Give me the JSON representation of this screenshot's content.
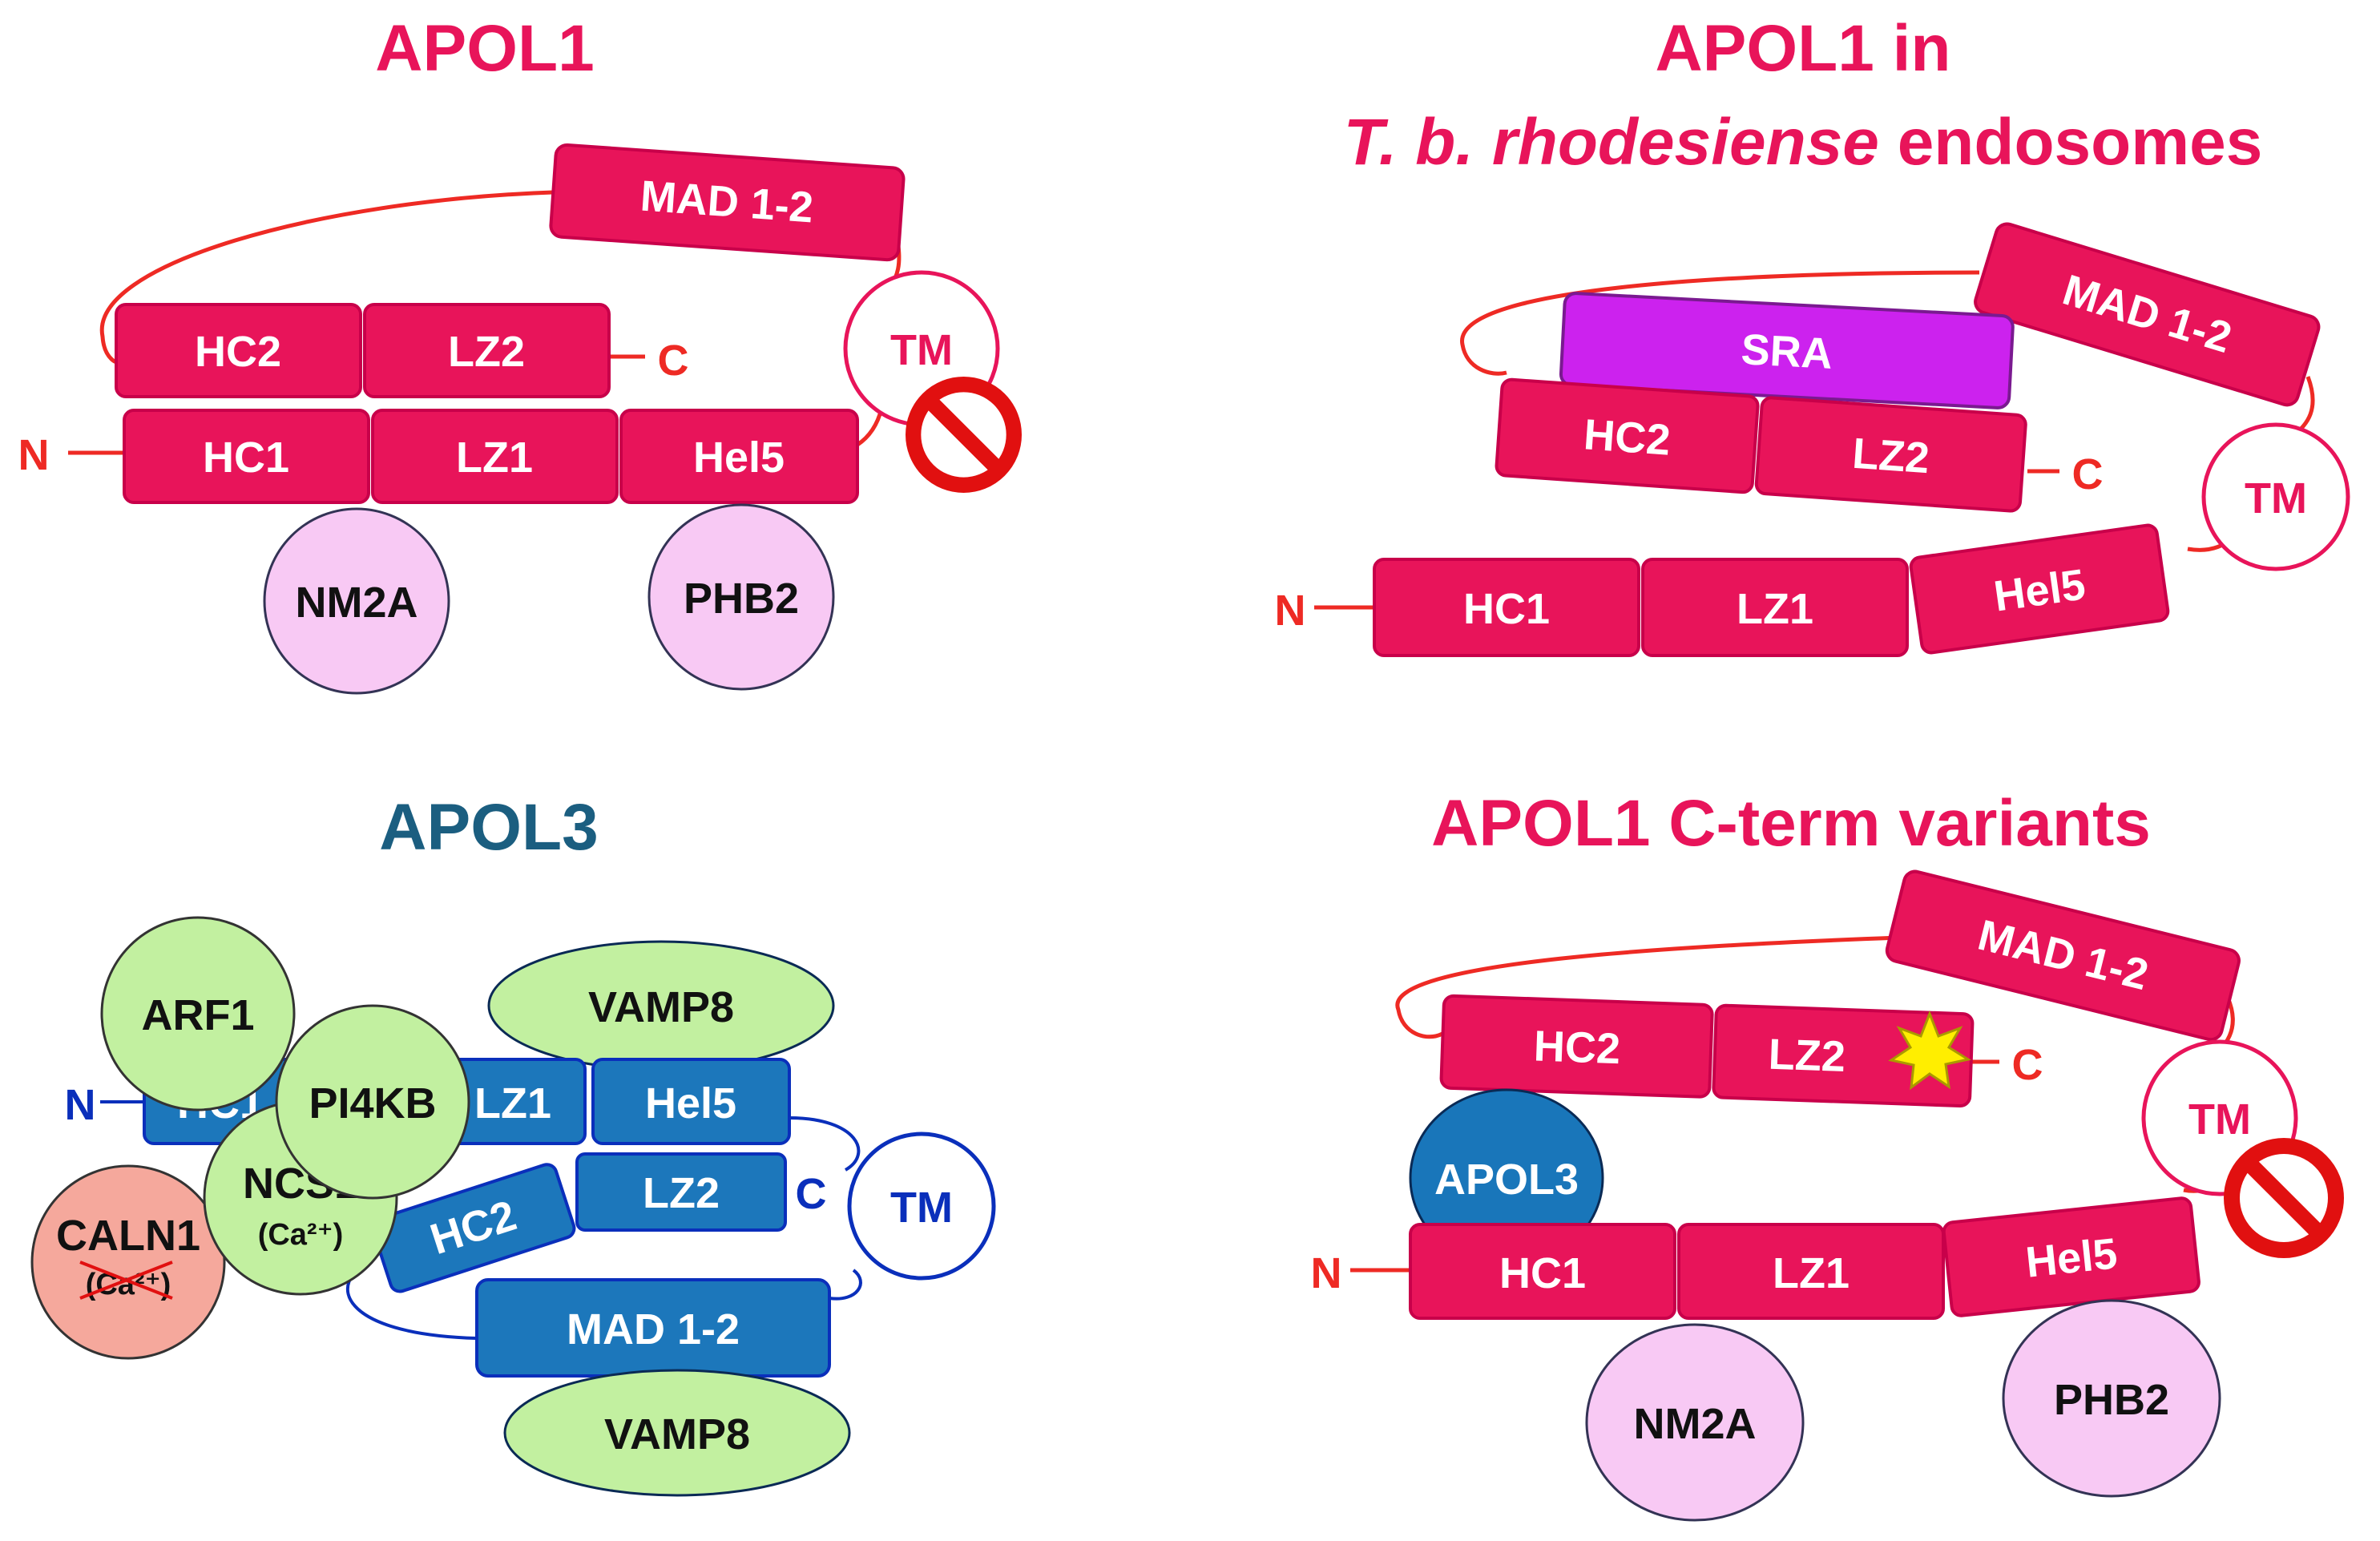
{
  "colors": {
    "apol1": "#e8145a",
    "apol1_dark": "#c8004a",
    "apol1_line": "#ee2a24",
    "apol3": "#1c77bb",
    "apol3_dark": "#0a2fbb",
    "apol3_title": "#1b5e80",
    "sra": "#cc22ee",
    "partner_pink": "#f8c9f4",
    "partner_green": "#c2f0a0",
    "partner_salmon": "#f5a89c",
    "apol3_circle": "#1976ba",
    "star": "#ffee00",
    "no_sign": "#e11010"
  },
  "panels": {
    "apol1": {
      "title": "APOL1",
      "domains": {
        "mad": "MAD 1-2",
        "hc2": "HC2",
        "lz2": "LZ2",
        "hc1": "HC1",
        "lz1": "LZ1",
        "hel5": "Hel5",
        "tm": "TM"
      },
      "termini": {
        "n": "N",
        "c": "C"
      },
      "partners": {
        "nm2a": "NM2A",
        "phb2": "PHB2"
      },
      "icons": [
        "prohibited-icon"
      ]
    },
    "endosome": {
      "title_line1": "APOL1 in",
      "title_line2_italic": "T. b. rhodesiense",
      "title_line2_rest": " endosomes",
      "domains": {
        "mad": "MAD 1-2",
        "sra": "SRA",
        "hc2": "HC2",
        "lz2": "LZ2",
        "hc1": "HC1",
        "lz1": "LZ1",
        "hel5": "Hel5",
        "tm": "TM"
      },
      "termini": {
        "n": "N",
        "c": "C"
      }
    },
    "apol3": {
      "title": "APOL3",
      "domains": {
        "hc1": "HC1",
        "lz1": "LZ1",
        "hel5": "Hel5",
        "hc2": "HC2",
        "lz2": "LZ2",
        "tm": "TM",
        "mad": "MAD 1-2"
      },
      "termini": {
        "n": "N",
        "c": "C"
      },
      "partners": {
        "arf1": "ARF1",
        "pi4kb": "PI4KB",
        "ncs1": "NCS1",
        "ncs1_sub": "(Ca²⁺)",
        "caln1": "CALN1",
        "caln1_sub": "(Ca²⁺)",
        "vamp8_top": "VAMP8",
        "vamp8_bottom": "VAMP8"
      }
    },
    "variants": {
      "title": "APOL1 C-term variants",
      "domains": {
        "mad": "MAD 1-2",
        "hc2": "HC2",
        "lz2": "LZ2",
        "hc1": "HC1",
        "lz1": "LZ1",
        "hel5": "Hel5",
        "tm": "TM"
      },
      "termini": {
        "n": "N",
        "c": "C"
      },
      "partners": {
        "apol3": "APOL3",
        "nm2a": "NM2A",
        "phb2": "PHB2"
      },
      "icons": [
        "star-icon",
        "prohibited-icon"
      ]
    }
  }
}
